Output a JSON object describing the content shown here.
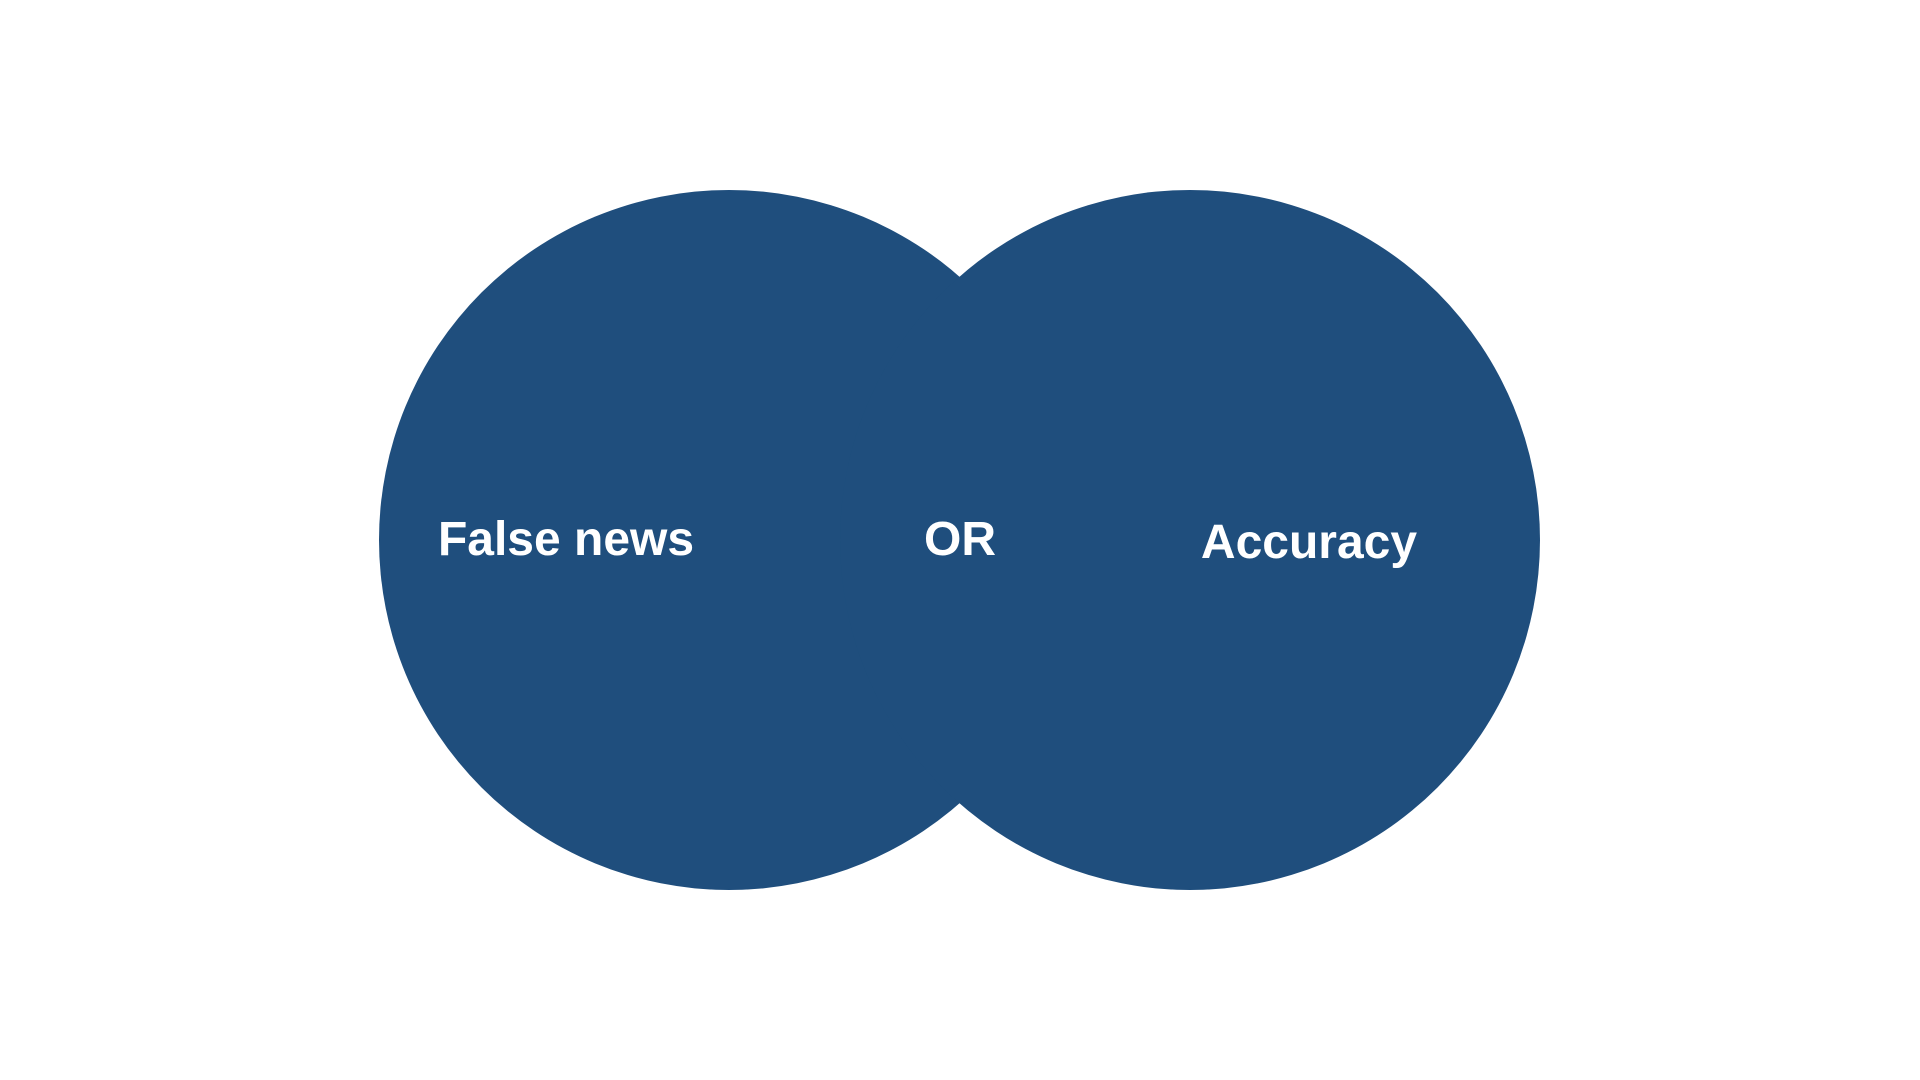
{
  "diagram": {
    "fill_color": "#1f4e7d",
    "text_color": "#ffffff",
    "left_label": "False news",
    "center_label": "OR",
    "right_label": "Accuracy"
  }
}
